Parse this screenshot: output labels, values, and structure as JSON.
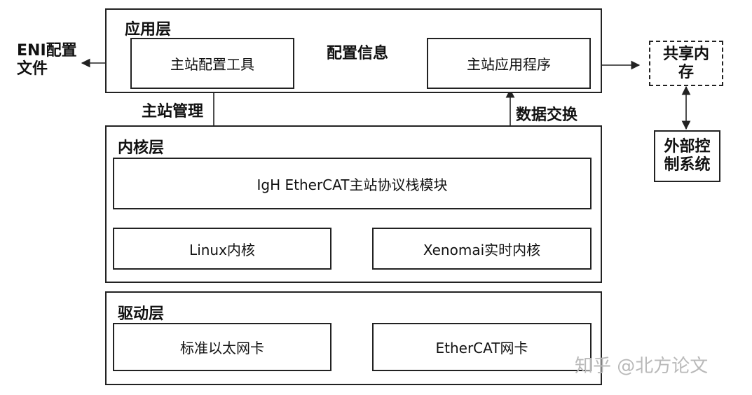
{
  "layers": {
    "app": {
      "title": "应用层"
    },
    "kernel": {
      "title": "内核层"
    },
    "driver": {
      "title": "驱动层"
    }
  },
  "boxes": {
    "master_config_tool": "主站配置工具",
    "master_app": "主站应用程序",
    "igh_module": "IgH EtherCAT主站协议栈模块",
    "linux_kernel": "Linux内核",
    "xenomai_kernel": "Xenomai实时内核",
    "std_nic": "标准以太网卡",
    "ethercat_nic": "EtherCAT网卡"
  },
  "external": {
    "eni_file": "ENI配置\n文件",
    "shared_memory": "共享内\n存",
    "external_control": "外部控\n制系统"
  },
  "edge_labels": {
    "config_info": "配置信息",
    "master_management": "主站管理",
    "data_exchange": "数据交换"
  },
  "watermark": "知乎 @北方论文"
}
